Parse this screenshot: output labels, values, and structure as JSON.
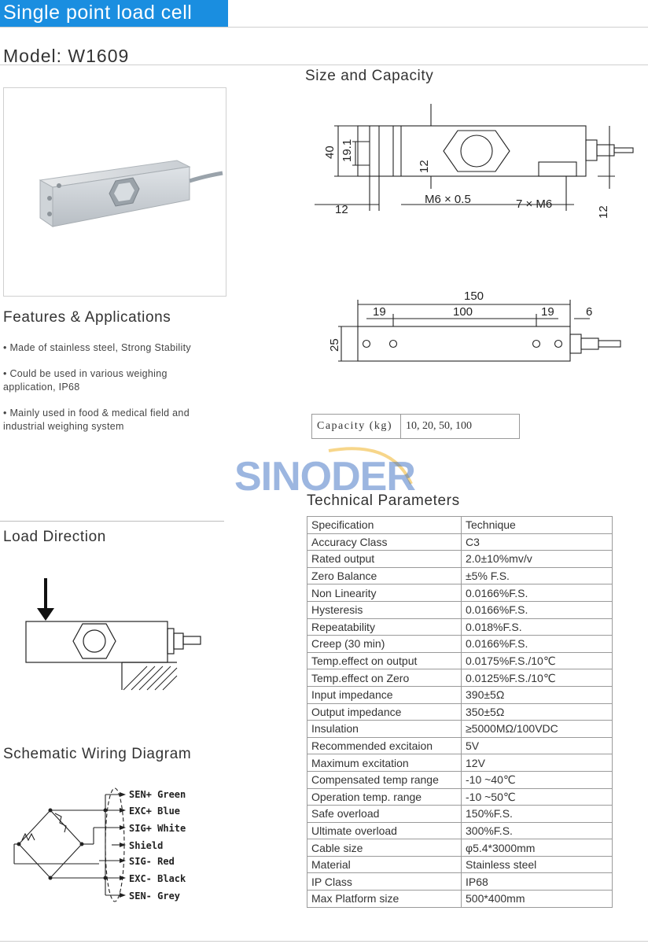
{
  "header": {
    "title": "Single point load cell"
  },
  "model": {
    "label": "Model: W1609"
  },
  "sections": {
    "size": "Size and Capacity",
    "features": "Features & Applications",
    "load": "Load Direction",
    "wiring": "Schematic Wiring Diagram",
    "tech": "Technical Parameters"
  },
  "features": [
    "• Made of stainless steel, Strong Stability",
    "• Could be used in various weighing",
    "application,  IP68",
    "• Mainly used in food & medical field and",
    "industrial weighing system"
  ],
  "drawing": {
    "dim_40": "40",
    "dim_19_1": "19.1",
    "dim_12a": "12",
    "dim_12b": "12",
    "dim_12c": "12",
    "m6": "M6 × 0.5",
    "m6b": "7 × M6",
    "dim_150": "150",
    "dim_19a": "19",
    "dim_100": "100",
    "dim_19b": "19",
    "dim_6": "6",
    "dim_25": "25"
  },
  "capacity": {
    "label": "Capacity (kg)",
    "value": "10, 20, 50, 100"
  },
  "logo": {
    "text": "SINODER"
  },
  "wiring": {
    "labels": [
      "SEN+ Green",
      "EXC+ Blue",
      "SIG+ White",
      "Shield",
      "SIG- Red",
      "EXC- Black",
      "SEN- Grey"
    ]
  },
  "tech_params": [
    [
      "Specification",
      "Technique"
    ],
    [
      "Accuracy Class",
      "C3"
    ],
    [
      "Rated output",
      "2.0±10%mv/v"
    ],
    [
      "Zero Balance",
      "±5% F.S."
    ],
    [
      "Non Linearity",
      "0.0166%F.S."
    ],
    [
      "Hysteresis",
      "0.0166%F.S."
    ],
    [
      "Repeatability",
      "0.018%F.S."
    ],
    [
      "Creep (30 min)",
      "0.0166%F.S."
    ],
    [
      "Temp.effect on output",
      "0.0175%F.S./10℃"
    ],
    [
      "Temp.effect on Zero",
      "0.0125%F.S./10℃"
    ],
    [
      "Input impedance",
      "390±5Ω"
    ],
    [
      "Output impedance",
      "350±5Ω"
    ],
    [
      "Insulation",
      "≥5000MΩ/100VDC"
    ],
    [
      "Recommended excitaion",
      "5V"
    ],
    [
      "Maximum excitation",
      "12V"
    ],
    [
      "Compensated temp range",
      "-10 ~40℃"
    ],
    [
      "Operation temp. range",
      "-10 ~50℃"
    ],
    [
      "Safe overload",
      "150%F.S."
    ],
    [
      "Ultimate overload",
      "300%F.S."
    ],
    [
      "Cable size",
      "φ5.4*3000mm"
    ],
    [
      "Material",
      "Stainless steel"
    ],
    [
      "IP Class",
      "IP68"
    ],
    [
      "Max Platform size",
      "500*400mm"
    ]
  ],
  "colors": {
    "banner": "#1a8ee0",
    "logo_blue": "#3c6fc2",
    "logo_gold": "#f0b429"
  }
}
